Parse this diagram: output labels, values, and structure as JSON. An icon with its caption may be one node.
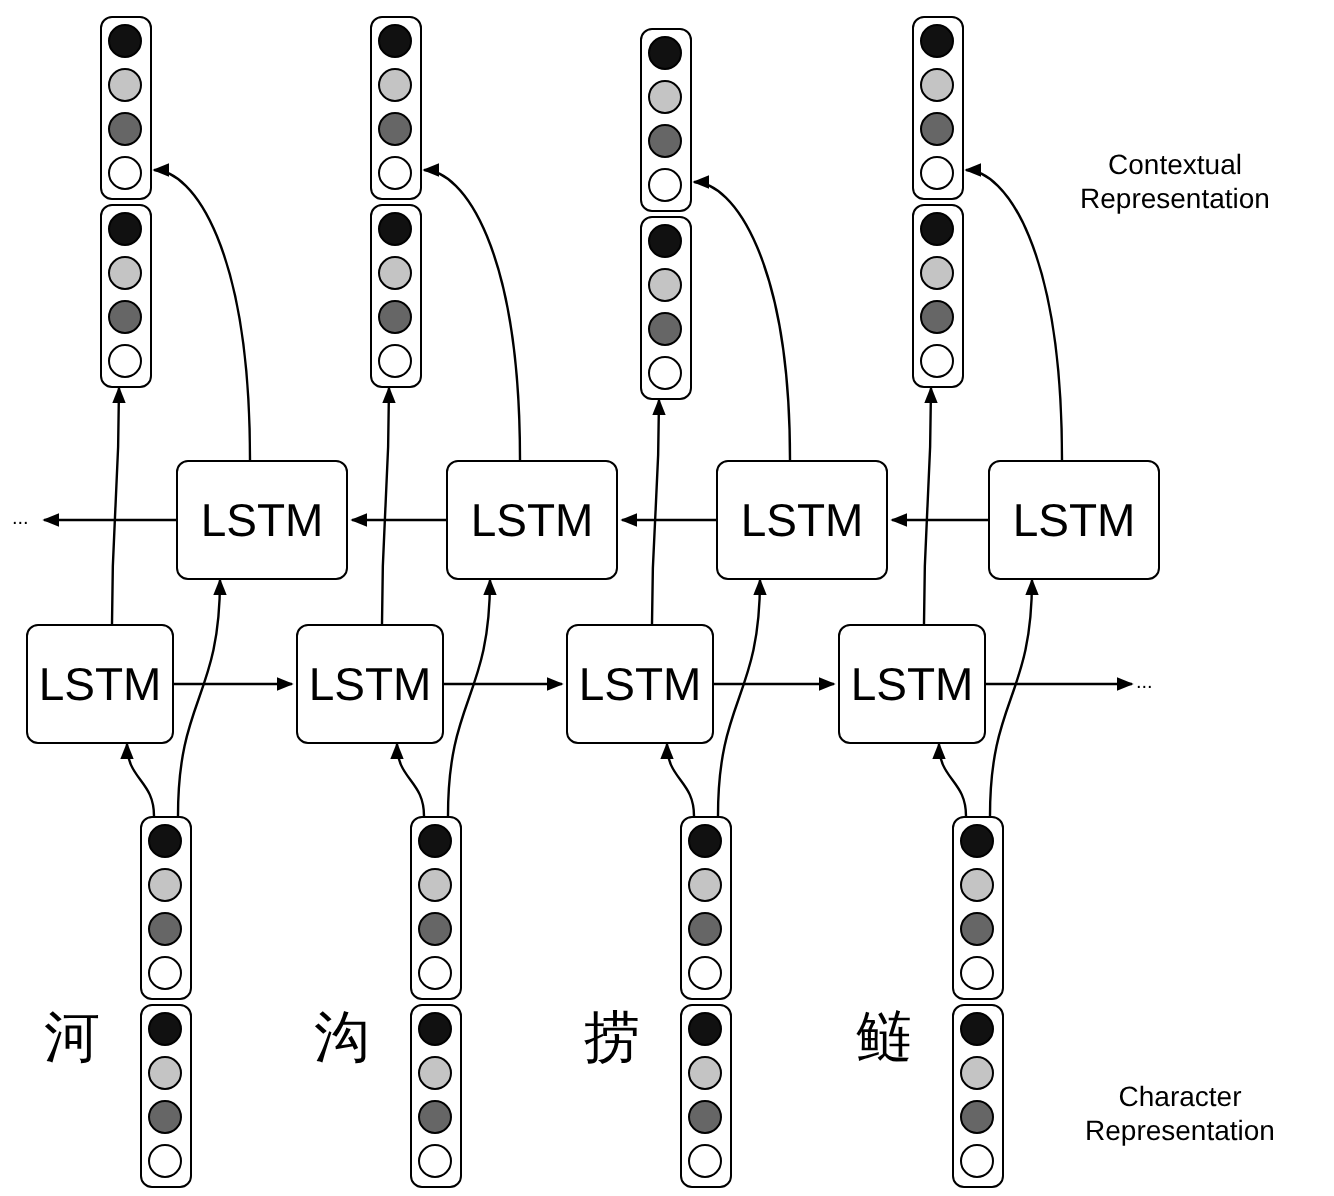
{
  "diagram": {
    "nodes": [
      {
        "text": [],
        "shape": "bar"
      },
      {
        "text": [],
        "shape": "bar"
      },
      {
        "text": [],
        "shape": "bar"
      },
      {
        "text": [],
        "shape": "bar"
      },
      {
        "text": [],
        "shape": "bar"
      },
      {
        "text": [],
        "shape": "bar"
      },
      {
        "text": [],
        "shape": "bar"
      },
      {
        "text": [],
        "shape": "bar"
      },
      {
        "text": [
          "..."
        ]
      },
      {
        "text": [
          "LSTM"
        ]
      },
      {
        "text": [
          "LSTM"
        ]
      },
      {
        "text": [
          "LSTM"
        ]
      },
      {
        "text": [
          "LSTM"
        ]
      },
      {
        "text": [
          "LSTM"
        ]
      },
      {
        "text": [
          "LSTM"
        ]
      },
      {
        "text": [
          "LSTM"
        ]
      },
      {
        "text": [
          "LSTM"
        ]
      },
      {
        "text": [
          "..."
        ]
      },
      {
        "text": [],
        "shape": "bar"
      },
      {
        "text": [],
        "shape": "bar"
      },
      {
        "text": [],
        "shape": "bar"
      },
      {
        "text": [],
        "shape": "bar"
      },
      {
        "text": [],
        "shape": "bar"
      },
      {
        "text": [],
        "shape": "bar"
      },
      {
        "text": [],
        "shape": "bar"
      },
      {
        "text": [],
        "shape": "bar"
      }
    ],
    "edges": [
      {
        "from": 13,
        "to": 14,
        "arrow": "to"
      },
      {
        "from": 14,
        "to": 15,
        "arrow": "to"
      },
      {
        "from": 15,
        "to": 16,
        "arrow": "to"
      },
      {
        "from": 16,
        "to": 17,
        "arrow": "to"
      },
      {
        "from": 12,
        "to": 11,
        "arrow": "to"
      },
      {
        "from": 11,
        "to": 10,
        "arrow": "to"
      },
      {
        "from": 10,
        "to": 9,
        "arrow": "to"
      },
      {
        "from": 9,
        "to": 8,
        "arrow": "to"
      },
      {
        "from": 18,
        "to": 13,
        "arrow": "to"
      },
      {
        "from": 18,
        "to": 9,
        "arrow": "to"
      },
      {
        "from": 19,
        "to": 14,
        "arrow": "to"
      },
      {
        "from": 19,
        "to": 10,
        "arrow": "to"
      },
      {
        "from": 20,
        "to": 15,
        "arrow": "to"
      },
      {
        "from": 20,
        "to": 11,
        "arrow": "to"
      },
      {
        "from": 21,
        "to": 16,
        "arrow": "to"
      },
      {
        "from": 21,
        "to": 12,
        "arrow": "to"
      },
      {
        "from": 13,
        "to": 4,
        "arrow": "to"
      },
      {
        "from": 9,
        "to": 0,
        "arrow": "to"
      },
      {
        "from": 14,
        "to": 5,
        "arrow": "to"
      },
      {
        "from": 10,
        "to": 1,
        "arrow": "to"
      },
      {
        "from": 15,
        "to": 6,
        "arrow": "to"
      },
      {
        "from": 11,
        "to": 2,
        "arrow": "to"
      },
      {
        "from": 16,
        "to": 7,
        "arrow": "to"
      },
      {
        "from": 12,
        "to": 3,
        "arrow": "to"
      }
    ],
    "labels": [
      "Contextual Representation",
      "河",
      "沟",
      "捞",
      "鲢",
      "Character Representation"
    ]
  }
}
